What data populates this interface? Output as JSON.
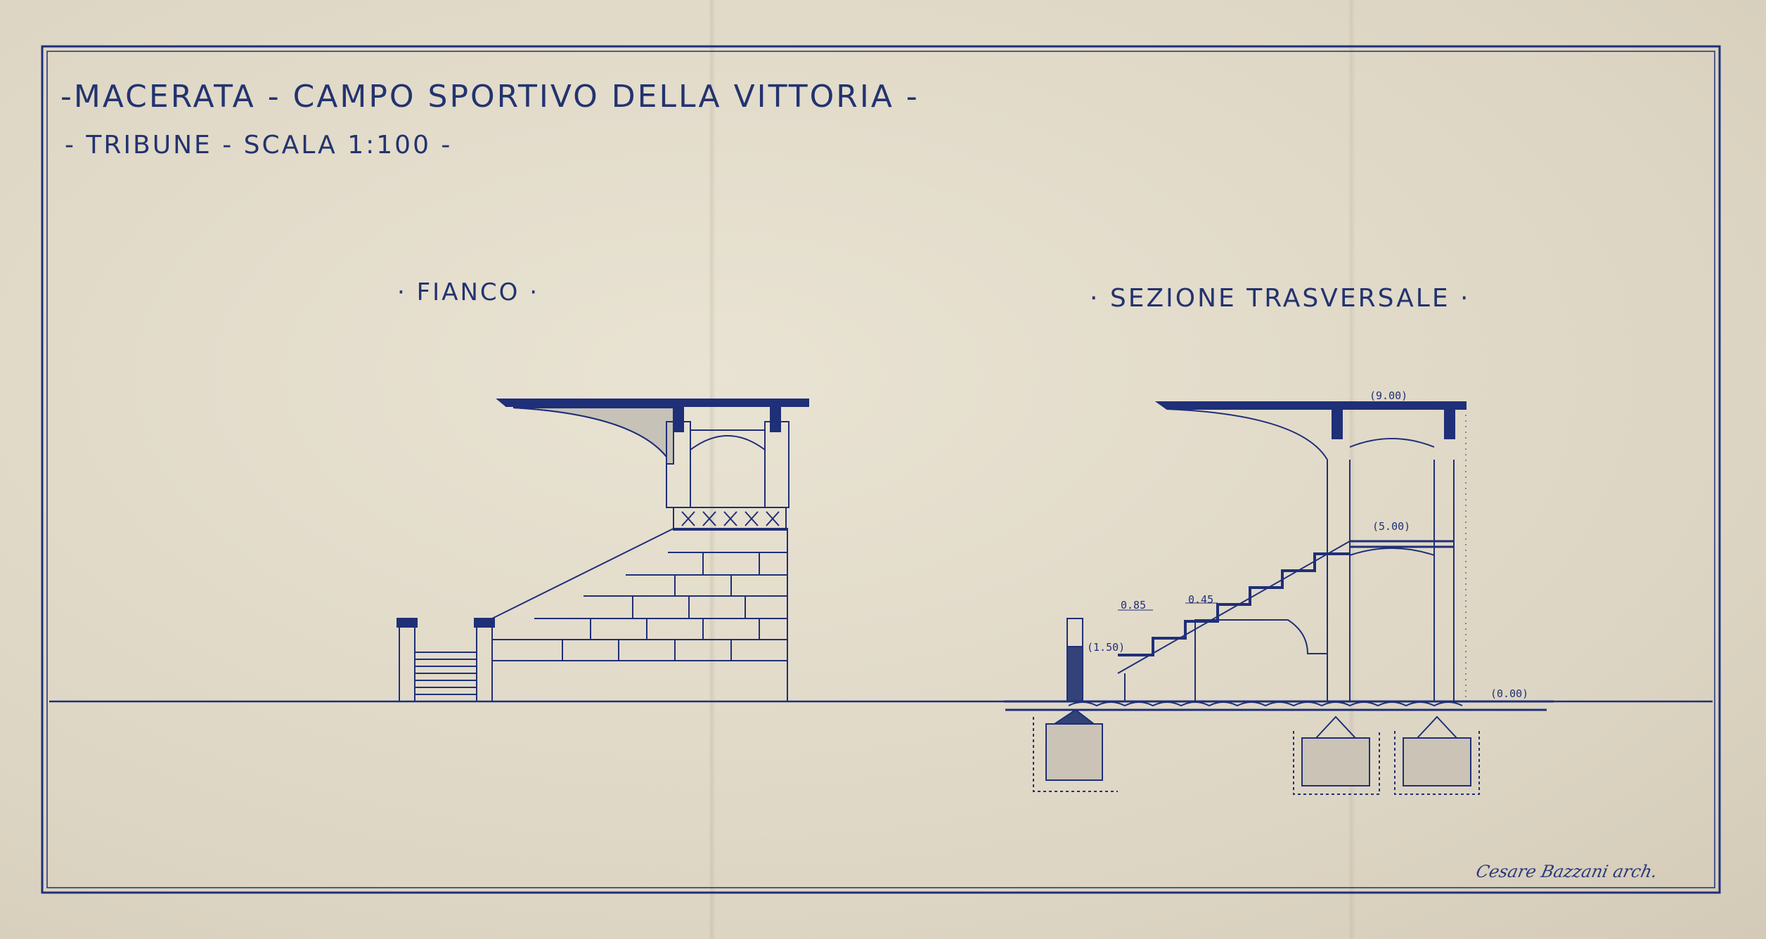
{
  "header": {
    "title_line1": "-MACERATA - CAMPO SPORTIVO DELLA VITTORIA -",
    "title_line2": "- TRIBUNE -    SCALA  1:100 -"
  },
  "views": {
    "side_label": "· FIANCO ·",
    "section_label": "· SEZIONE TRASVERSALE ·"
  },
  "dimensions": {
    "roof_level": "(9.00)",
    "gallery_level": "(5.00)",
    "step_level": "(1.50)",
    "ground_level": "(0.00)",
    "tread": "0.85",
    "riser": "0.45"
  },
  "signature": "Cesare Bazzani arch.",
  "colors": {
    "ink": "#1f2f78",
    "paper": "#e4ddcc"
  }
}
